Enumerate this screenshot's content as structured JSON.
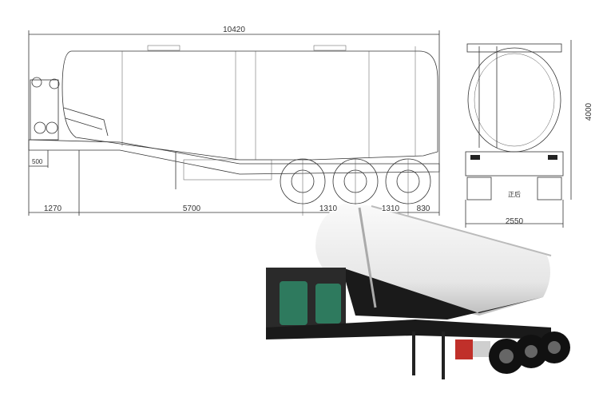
{
  "dimensions": {
    "overall_length": "10420",
    "kingpin_height": "500",
    "front_overhang": "1270",
    "kingpin_to_axle": "5700",
    "axle_spacing_1": "1310",
    "axle_spacing_2": "1310",
    "rear_overhang": "830",
    "overall_width": "2550",
    "overall_height": "4000"
  },
  "rear_view_label": "正后",
  "colors": {
    "line": "#333333",
    "tank_white": "#f2f2f2",
    "chassis_dark": "#1a1a1a",
    "blower_green": "#2e7a5e",
    "accent_red": "#c0302a"
  }
}
